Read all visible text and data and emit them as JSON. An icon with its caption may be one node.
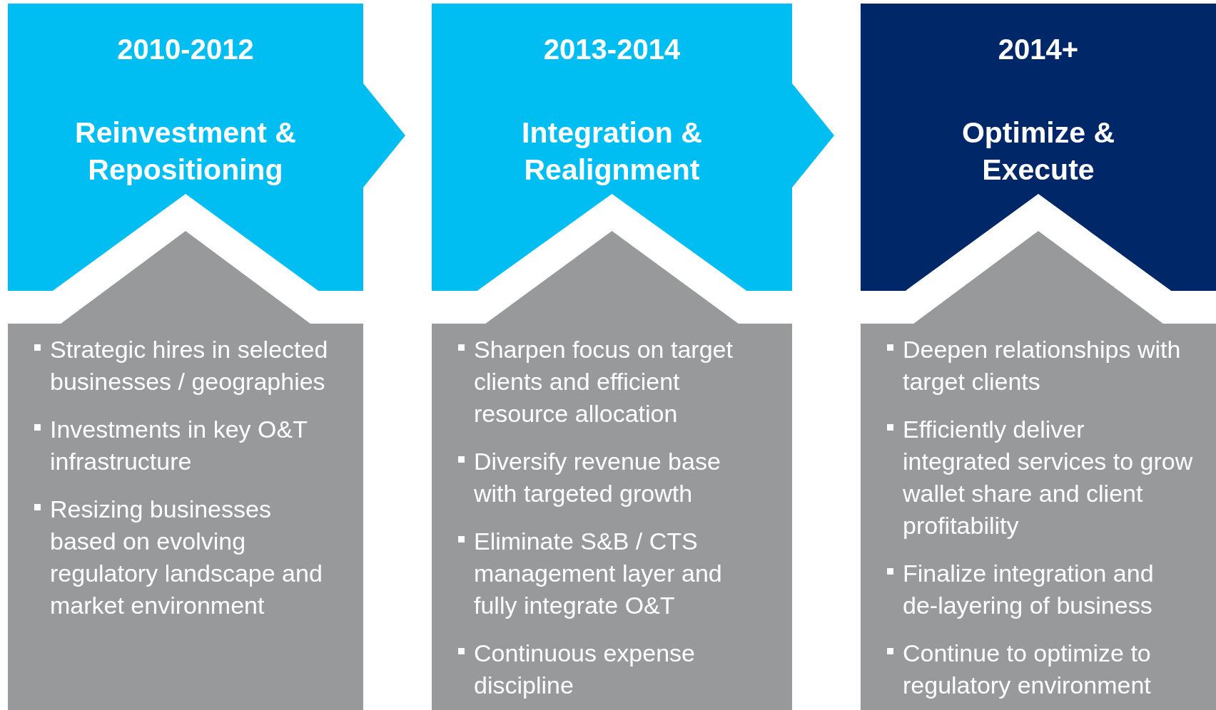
{
  "diagram": {
    "nodes": [
      {
        "text": [
          "2010-2012",
          "Reinvestment & Repositioning"
        ]
      },
      {
        "text": [
          "Strategic hires in selected businesses / geographies",
          "Investments in key O&T infrastructure",
          "Resizing businesses based on evolving regulatory landscape and market environment"
        ]
      },
      {
        "text": [
          "2013-2014",
          "Integration & Realignment"
        ]
      },
      {
        "text": [
          "Sharpen focus on target clients and efficient resource allocation",
          "Diversify revenue base with targeted growth",
          "Eliminate S&B / CTS management layer and fully integrate O&T",
          "Continuous expense discipline"
        ]
      },
      {
        "text": [
          "2014+",
          "Optimize & Execute"
        ]
      },
      {
        "text": [
          "Deepen relationships with target clients",
          "Efficiently deliver integrated services to grow wallet share and client profitability",
          "Finalize integration and de-layering of business",
          "Continue to optimize to regulatory environment"
        ]
      }
    ]
  }
}
